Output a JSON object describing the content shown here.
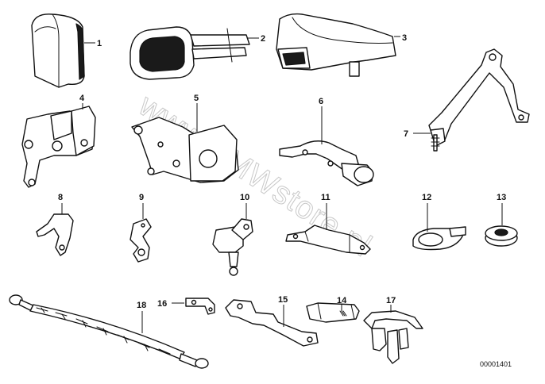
{
  "watermark": "www.BMWstore.pl",
  "catalog_number": "00001401",
  "callouts": [
    "1",
    "2",
    "3",
    "4",
    "5",
    "6",
    "7",
    "8",
    "9",
    "10",
    "11",
    "12",
    "13",
    "14",
    "15",
    "16",
    "17",
    "18"
  ]
}
